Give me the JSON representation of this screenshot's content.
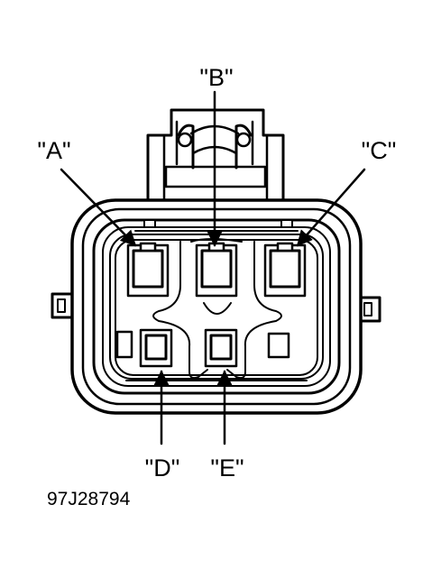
{
  "labels": {
    "a": "\"A\"",
    "b": "\"B\"",
    "c": "\"C\"",
    "d": "\"D\"",
    "e": "\"E\""
  },
  "figure_code": "97J28794",
  "colors": {
    "ink": "#000000",
    "paper": "#ffffff"
  }
}
